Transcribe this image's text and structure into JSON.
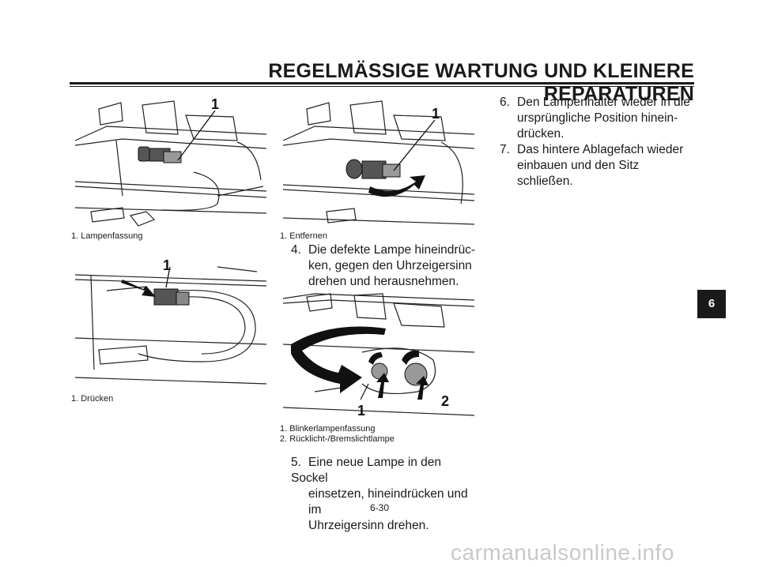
{
  "header": {
    "title": "REGELMÄSSIGE WARTUNG UND KLEINERE REPARATUREN"
  },
  "figures": {
    "fig1": {
      "callouts": [
        "1"
      ],
      "captions": [
        "1. Lampenfassung"
      ]
    },
    "fig2": {
      "callouts": [
        "1"
      ],
      "captions": [
        "1. Drücken"
      ]
    },
    "fig3": {
      "callouts": [
        "1"
      ],
      "captions": [
        "1. Entfernen"
      ]
    },
    "fig4": {
      "callouts": [
        "1",
        "2"
      ],
      "captions": [
        "1. Blinkerlampenfassung",
        "2. Rücklicht-/Bremslichtlampe"
      ]
    }
  },
  "steps": {
    "s4": {
      "num": "4.",
      "lines": [
        "Die defekte Lampe hineindrüc-",
        "ken, gegen den Uhrzeigersinn",
        "drehen und herausnehmen."
      ]
    },
    "s5": {
      "num": "5.",
      "lines": [
        "Eine neue Lampe in den Sockel",
        "einsetzen, hineindrücken und im",
        "Uhrzeigersinn drehen."
      ]
    },
    "s6": {
      "num": "6.",
      "lines": [
        "Den Lampenhalter wieder in die",
        "ursprüngliche Position hinein-",
        "drücken."
      ]
    },
    "s7": {
      "num": "7.",
      "lines": [
        "Das hintere Ablagefach wieder",
        "einbauen und den Sitz schließen."
      ]
    }
  },
  "chapter_tab": "6",
  "page_number": "6-30",
  "watermark": "carmanualsonline.info"
}
